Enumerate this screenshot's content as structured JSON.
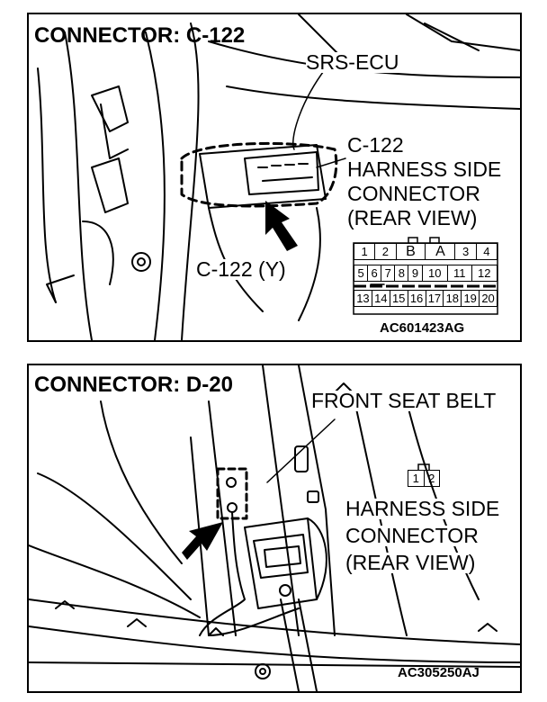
{
  "top": {
    "title": "CONNECTOR: C-122",
    "srs_ecu_label": "SRS-ECU",
    "harness_lines": [
      "C-122",
      "HARNESS SIDE",
      "CONNECTOR",
      "(REAR VIEW)"
    ],
    "connector_color_label": "C-122 (Y)",
    "pin_rows": [
      [
        "1",
        "2",
        "B",
        "A",
        "3",
        "4"
      ],
      [
        "5",
        "6",
        "7",
        "8",
        "9",
        "10",
        "11",
        "12"
      ],
      [
        "13",
        "14",
        "15",
        "16",
        "17",
        "18",
        "19",
        "20"
      ]
    ],
    "figure_code": "AC601423AG"
  },
  "bottom": {
    "title": "CONNECTOR: D-20",
    "belt_label": "FRONT SEAT BELT",
    "harness_lines": [
      "HARNESS SIDE",
      "CONNECTOR",
      "(REAR VIEW)"
    ],
    "pin_rows": [
      [
        "1",
        "2"
      ]
    ],
    "figure_code": "AC305250AJ"
  }
}
